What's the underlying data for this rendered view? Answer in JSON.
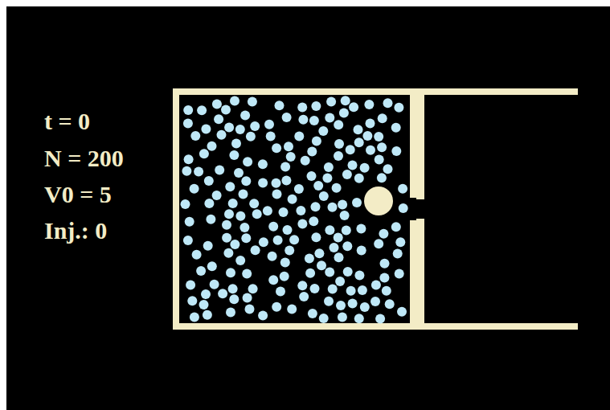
{
  "diagram": {
    "labels": [
      "t = 0",
      "N = 200",
      "V0 = 5",
      "Inj.: 0"
    ]
  }
}
